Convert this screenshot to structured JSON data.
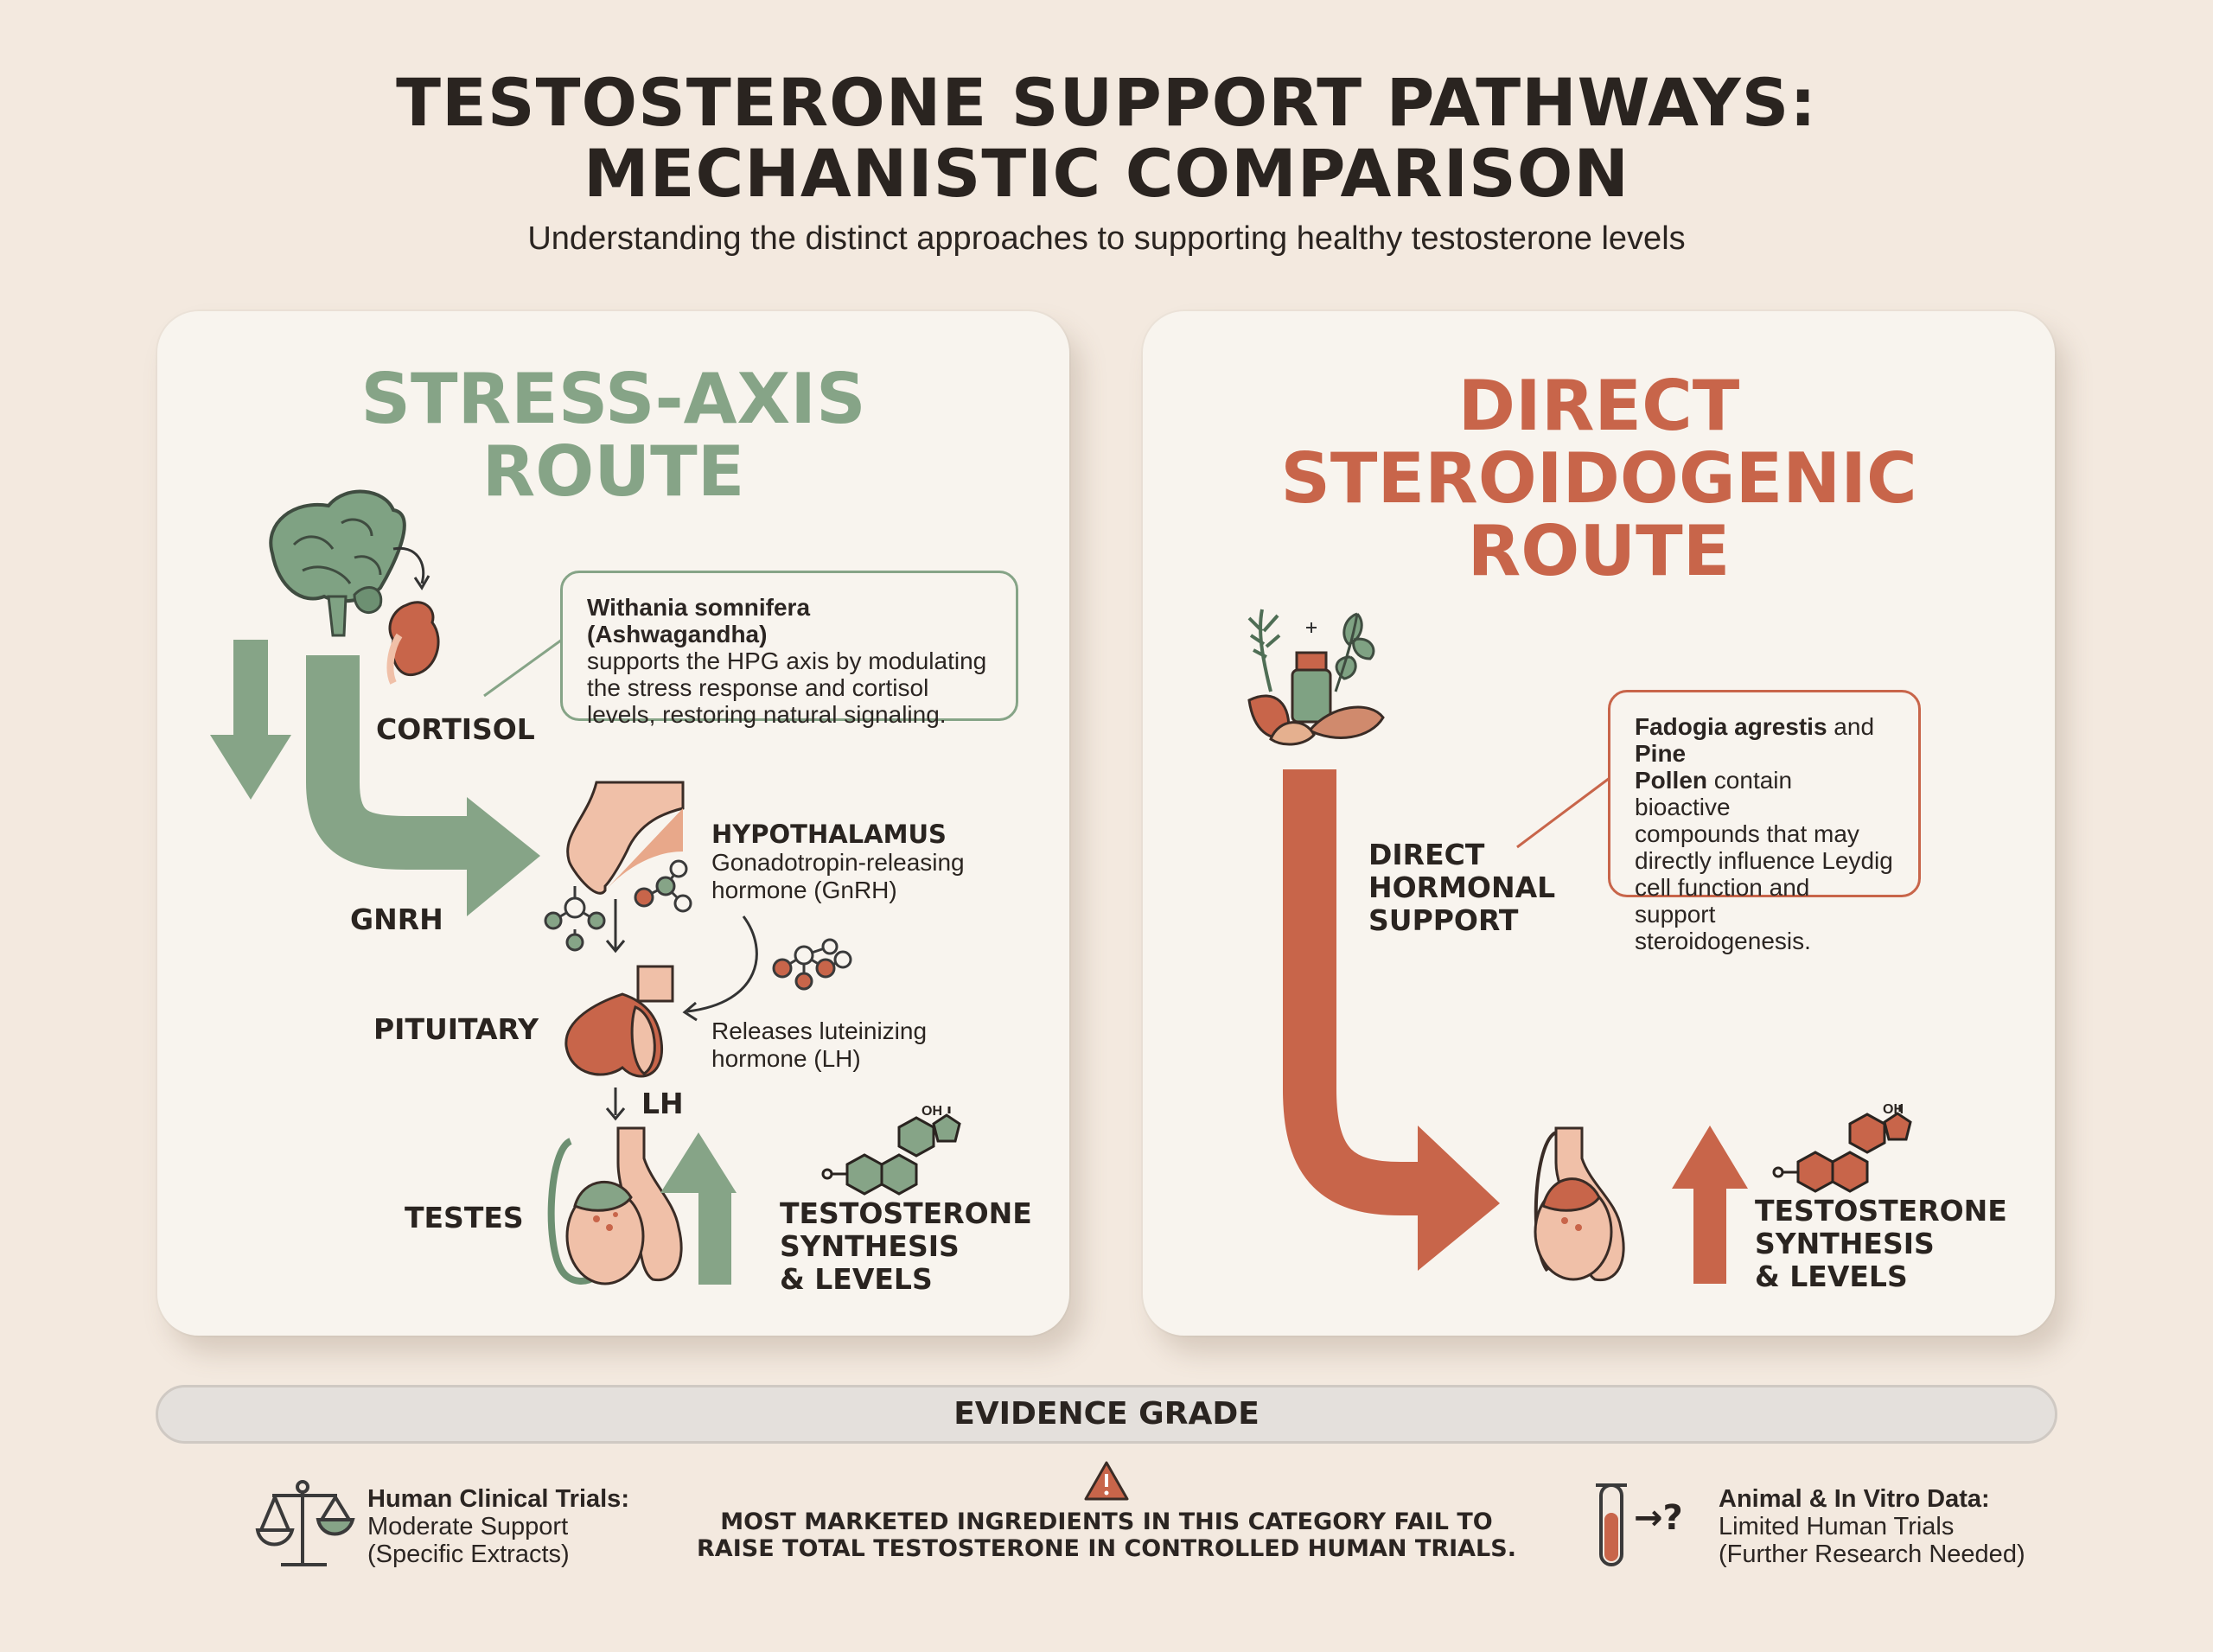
{
  "header": {
    "title_line1": "TESTOSTERONE SUPPORT PATHWAYS:",
    "title_line2": "MECHANISTIC COMPARISON",
    "subtitle": "Understanding the distinct approaches to supporting healthy testosterone levels"
  },
  "left_panel": {
    "title_line1": "STRESS-AXIS",
    "title_line2": "ROUTE",
    "callout": {
      "bold": "Withania somnifera (Ashwagandha)",
      "line1": "supports the HPG axis by modulating",
      "line2": "the stress response and cortisol",
      "line3": "levels, restoring natural signaling."
    },
    "labels": {
      "cortisol": "CORTISOL",
      "gnrh": "GNRH",
      "pituitary": "PITUITARY",
      "lh": "LH",
      "testes": "TESTES",
      "hypothalamus": "HYPOTHALAMUS",
      "hypothalamus_desc1": "Gonadotropin-releasing",
      "hypothalamus_desc2": "hormone (GnRH)",
      "pituitary_desc1": "Releases luteinizing",
      "pituitary_desc2": "hormone (LH)",
      "result1": "TESTOSTERONE",
      "result2": "SYNTHESIS",
      "result3": "& LEVELS",
      "oh": "OH"
    }
  },
  "right_panel": {
    "title_line1": "DIRECT",
    "title_line2": "STEROIDOGENIC",
    "title_line3": "ROUTE",
    "callout": {
      "bold1": "Fadogia agrestis",
      "mid1": " and ",
      "bold2": "Pine",
      "bold3": "Pollen",
      "tail1": " contain bioactive",
      "line2": "compounds that may",
      "line3": "directly influence Leydig",
      "line4": "cell function and support",
      "line5": "steroidogenesis."
    },
    "labels": {
      "direct1": "DIRECT",
      "direct2": "HORMONAL",
      "direct3": "SUPPORT",
      "result1": "TESTOSTERONE",
      "result2": "SYNTHESIS",
      "result3": "& LEVELS",
      "oh": "OH"
    }
  },
  "evidence": {
    "bar_label": "EVIDENCE GRADE",
    "left": {
      "title": "Human Clinical Trials:",
      "line1": "Moderate Support",
      "line2": "(Specific Extracts)"
    },
    "center": {
      "line1": "MOST MARKETED INGREDIENTS IN THIS CATEGORY FAIL TO",
      "line2": "RAISE TOTAL TESTOSTERONE IN CONTROLLED HUMAN TRIALS."
    },
    "right": {
      "title": "Animal & In Vitro Data:",
      "line1": "Limited Human Trials",
      "line2": "(Further Research Needed)",
      "arrow_symbol": "→?"
    }
  },
  "colors": {
    "background": "#f3e9df",
    "panel": "#f8f4ee",
    "green": "#86a487",
    "rust": "#c8654a",
    "skin": "#f0c0a8",
    "text": "#2a2420"
  }
}
